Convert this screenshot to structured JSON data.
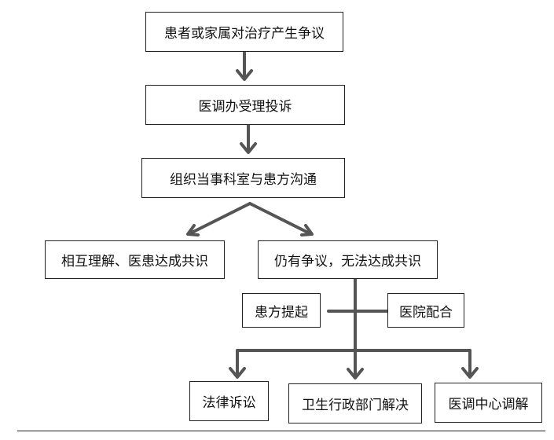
{
  "flowchart": {
    "step1": "患者或家属对治疗产生争议",
    "step2": "医调办受理投诉",
    "step3": "组织当事科室与患方沟通",
    "outcome_agree": "相互理解、医患达成共识",
    "outcome_disagree": "仍有争议，无法达成共识",
    "side_left": "患方提起",
    "side_right": "医院配合",
    "final_litigation": "法律诉讼",
    "final_health_admin": "卫生行政部门解决",
    "final_mediation_center": "医调中心调解"
  },
  "colors": {
    "arrow": "#555555",
    "border": "#222222",
    "text": "#111111"
  }
}
